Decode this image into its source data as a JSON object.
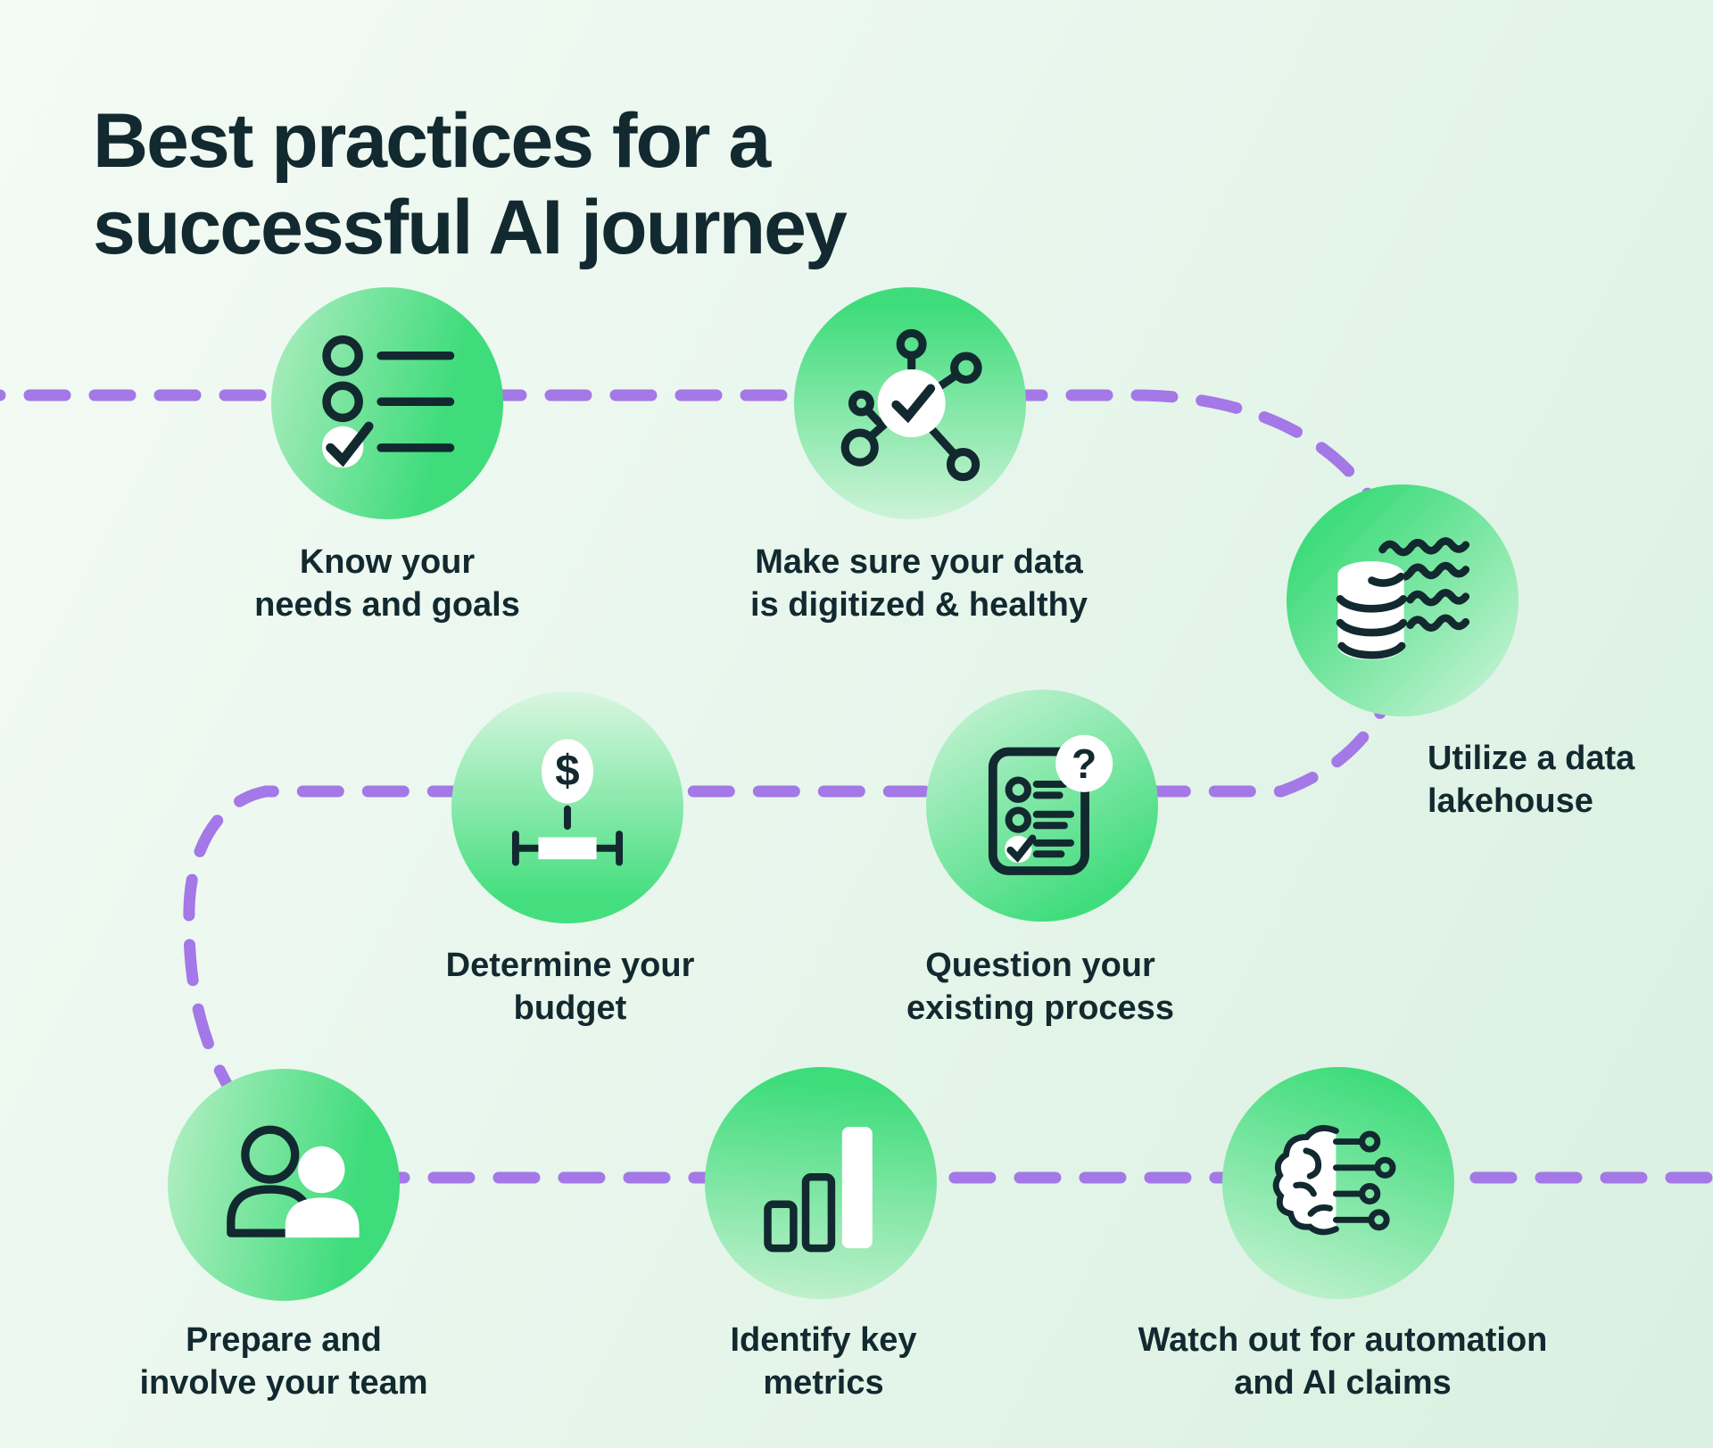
{
  "title": {
    "line1": "Best practices for a",
    "line2": "successful AI journey"
  },
  "steps": [
    {
      "id": "know-needs",
      "icon": "checklist-icon",
      "line1": "Know your",
      "line2": "needs and goals"
    },
    {
      "id": "data-healthy",
      "icon": "network-check-icon",
      "line1": "Make sure your data",
      "line2": "is digitized & healthy"
    },
    {
      "id": "data-lakehouse",
      "icon": "data-lakehouse-icon",
      "line1": "Utilize a data",
      "line2": "lakehouse"
    },
    {
      "id": "budget",
      "icon": "budget-measure-icon",
      "line1": "Determine your",
      "line2": "budget"
    },
    {
      "id": "question-process",
      "icon": "question-checklist-icon",
      "line1": "Question your",
      "line2": "existing process"
    },
    {
      "id": "team",
      "icon": "team-people-icon",
      "line1": "Prepare and",
      "line2": "involve your team"
    },
    {
      "id": "metrics",
      "icon": "bar-chart-icon",
      "line1": "Identify key",
      "line2": "metrics"
    },
    {
      "id": "automation-claims",
      "icon": "brain-circuit-icon",
      "line1": "Watch out for automation",
      "line2": "and AI claims"
    }
  ],
  "glyphs": {
    "dollar": "$",
    "question": "?"
  },
  "colors": {
    "ink": "#12292f",
    "path_purple": "#a478e6",
    "green_strong": "#3edc7b",
    "green_light": "#cff3da",
    "background_start": "#f3fbf4",
    "background_end": "#daf0e1",
    "white": "#ffffff"
  }
}
